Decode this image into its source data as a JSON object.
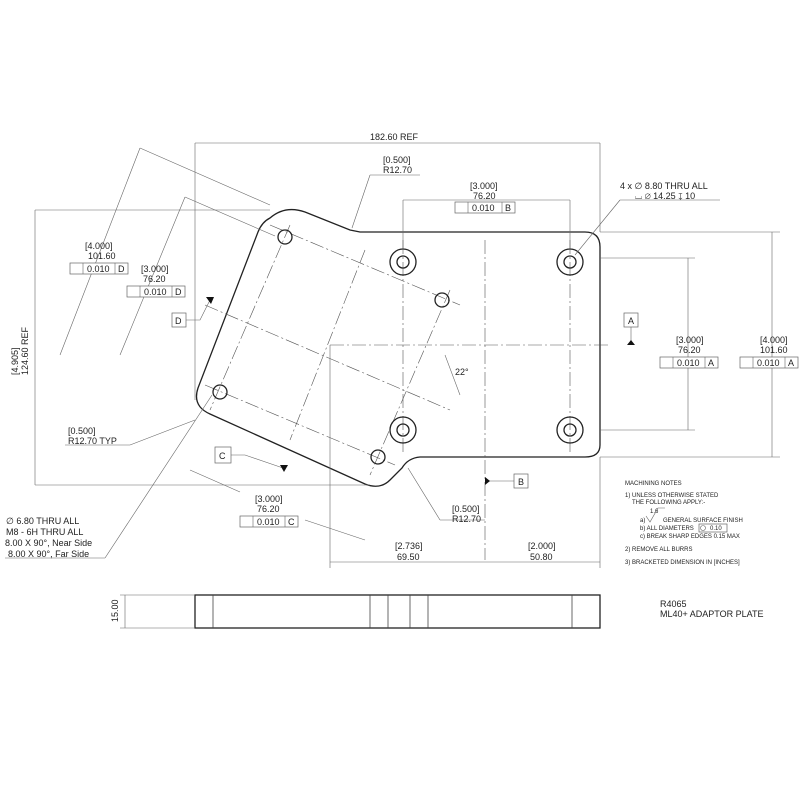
{
  "drawing": {
    "overall_width": "182.60 REF",
    "top_radius": {
      "inch": "[0.500]",
      "mm": "R12.70"
    },
    "top_hole_spacing": {
      "inch": "[3.000]",
      "mm": "76.20",
      "tol": "0.010",
      "datum": "B"
    },
    "hole_callout_large": {
      "line1": "4 x ∅ 8.80 THRU ALL",
      "line2": "⌴ ∅ 14.25 ↧ 10"
    },
    "rot_outer": {
      "inch": "[4.000]",
      "mm": "101.60",
      "tol": "0.010",
      "datum": "D"
    },
    "rot_inner": {
      "inch": "[3.000]",
      "mm": "76.20",
      "tol": "0.010",
      "datum": "D"
    },
    "height_ref": {
      "inch": "[4.905]",
      "mm": "124.60 REF"
    },
    "right_inner": {
      "inch": "[3.000]",
      "mm": "76.20",
      "tol": "0.010",
      "datum": "A"
    },
    "right_outer": {
      "inch": "[4.000]",
      "mm": "101.60",
      "tol": "0.010",
      "datum": "A"
    },
    "angle": "22°",
    "datums": [
      "A",
      "B",
      "C",
      "D"
    ],
    "left_radius": {
      "inch": "[0.500]",
      "mm": "R12.70  TYP"
    },
    "bottom_rot": {
      "inch": "[3.000]",
      "mm": "76.20",
      "tol": "0.010",
      "datum": "C"
    },
    "bottom_radius": {
      "inch": "[0.500]",
      "mm": "R12.70"
    },
    "hole_callout_small": [
      "∅ 6.80  THRU ALL",
      "M8 - 6H THRU ALL",
      "8.00 X 90°, Near Side",
      "8.00 X 90°, Far Side"
    ],
    "bottom_left_dim": {
      "inch": "[2.736]",
      "mm": "69.50"
    },
    "bottom_right_dim": {
      "inch": "[2.000]",
      "mm": "50.80"
    },
    "thickness": "15.00"
  },
  "notes": {
    "title": "MACHINING NOTES",
    "n1a": "1) UNLESS OTHERWISE STATED",
    "n1b": "THE FOLLOWING APPLY:-",
    "finish_value": "1.6",
    "a": "a)",
    "a_text": "GENERAL SURFACE FINISH",
    "b": "b) ALL DIAMETERS",
    "b_tol": "0.10",
    "c": "c) BREAK SHARP EDGES 0.15 MAX",
    "n2": "2) REMOVE ALL BURRS",
    "n3": "3) BRACKETED  DIMENSION IN [INCHES]"
  },
  "title_block": {
    "part_no": "R4065",
    "name": "ML40+ ADAPTOR PLATE"
  }
}
